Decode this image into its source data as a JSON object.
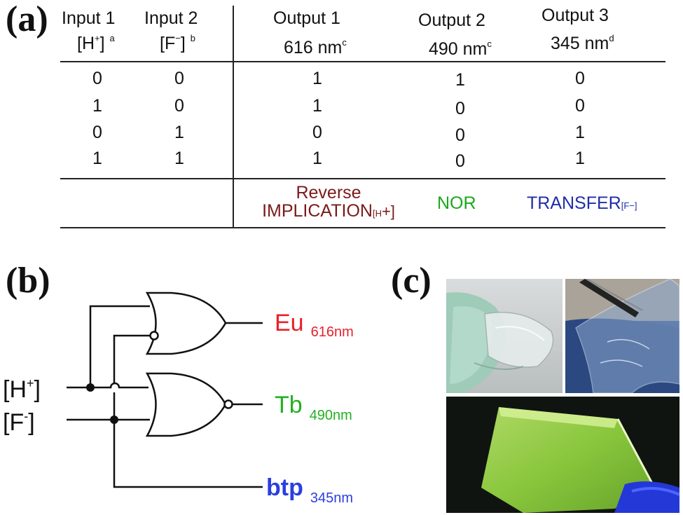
{
  "panels": {
    "a": "(a)",
    "b": "(b)",
    "c": "(c)"
  },
  "truth_table": {
    "headers": [
      {
        "line1": "Input 1",
        "line2": "[H",
        "sup2": "+",
        "line2b": "]",
        "note": "a"
      },
      {
        "line1": "Input 2",
        "line2": "[F",
        "sup2": "−",
        "line2b": "]",
        "note": "b"
      },
      {
        "line1": "Output 1",
        "line2": "616 nm",
        "note": "c"
      },
      {
        "line1": "Output 2",
        "line2": "490 nm",
        "note": "c"
      },
      {
        "line1": "Output 3",
        "line2": "345 nm",
        "note": "d"
      }
    ],
    "rows": [
      [
        "0",
        "0",
        "1",
        "1",
        "0"
      ],
      [
        "1",
        "0",
        "1",
        "0",
        "0"
      ],
      [
        "0",
        "1",
        "0",
        "0",
        "1"
      ],
      [
        "1",
        "1",
        "1",
        "0",
        "1"
      ]
    ],
    "gates": {
      "out1": {
        "line1": "Reverse",
        "line2": "IMPLICATION",
        "subscript": "[H",
        "sub_suffix": "+]"
      },
      "out2": {
        "label": "NOR"
      },
      "out3": {
        "label": "TRANSFER",
        "subscript": "[F",
        "sub_suffix": "−]"
      }
    }
  },
  "circuit": {
    "input_h": {
      "label": "[H",
      "sup": "+",
      "close": "]"
    },
    "input_f": {
      "label": "[F",
      "sup": "-",
      "close": "]"
    },
    "outputs": [
      {
        "name": "Eu",
        "wavelength": "616nm",
        "color": "#e8202a"
      },
      {
        "name": "Tb",
        "wavelength": "490nm",
        "color": "#22b022"
      },
      {
        "name": "btp",
        "wavelength": "345nm",
        "color": "#2a3fe0"
      }
    ]
  },
  "colors": {
    "reverse_implication": "#7a1a1a",
    "nor": "#1aa81a",
    "transfer": "#1f2fa8"
  }
}
